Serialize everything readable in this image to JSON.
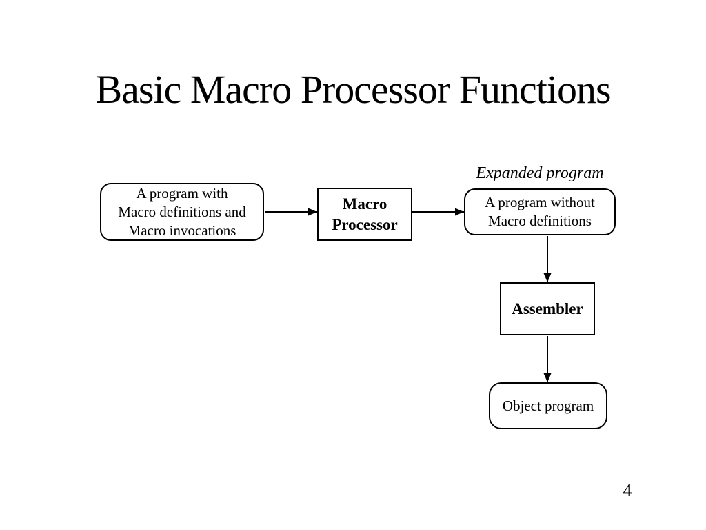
{
  "slide": {
    "title": "Basic Macro Processor Functions",
    "page_number": "4"
  },
  "diagram": {
    "source_box": {
      "lines": [
        "A program with",
        "Macro definitions and",
        "Macro invocations"
      ]
    },
    "macro_processor_box": {
      "lines": [
        "Macro",
        "Processor"
      ]
    },
    "expanded_label": "Expanded program",
    "expanded_box": {
      "lines": [
        "A program without",
        "Macro definitions"
      ]
    },
    "assembler_box": {
      "label": "Assembler"
    },
    "object_box": {
      "label": "Object program"
    },
    "colors": {
      "ink": "#000000",
      "background": "#ffffff"
    }
  }
}
